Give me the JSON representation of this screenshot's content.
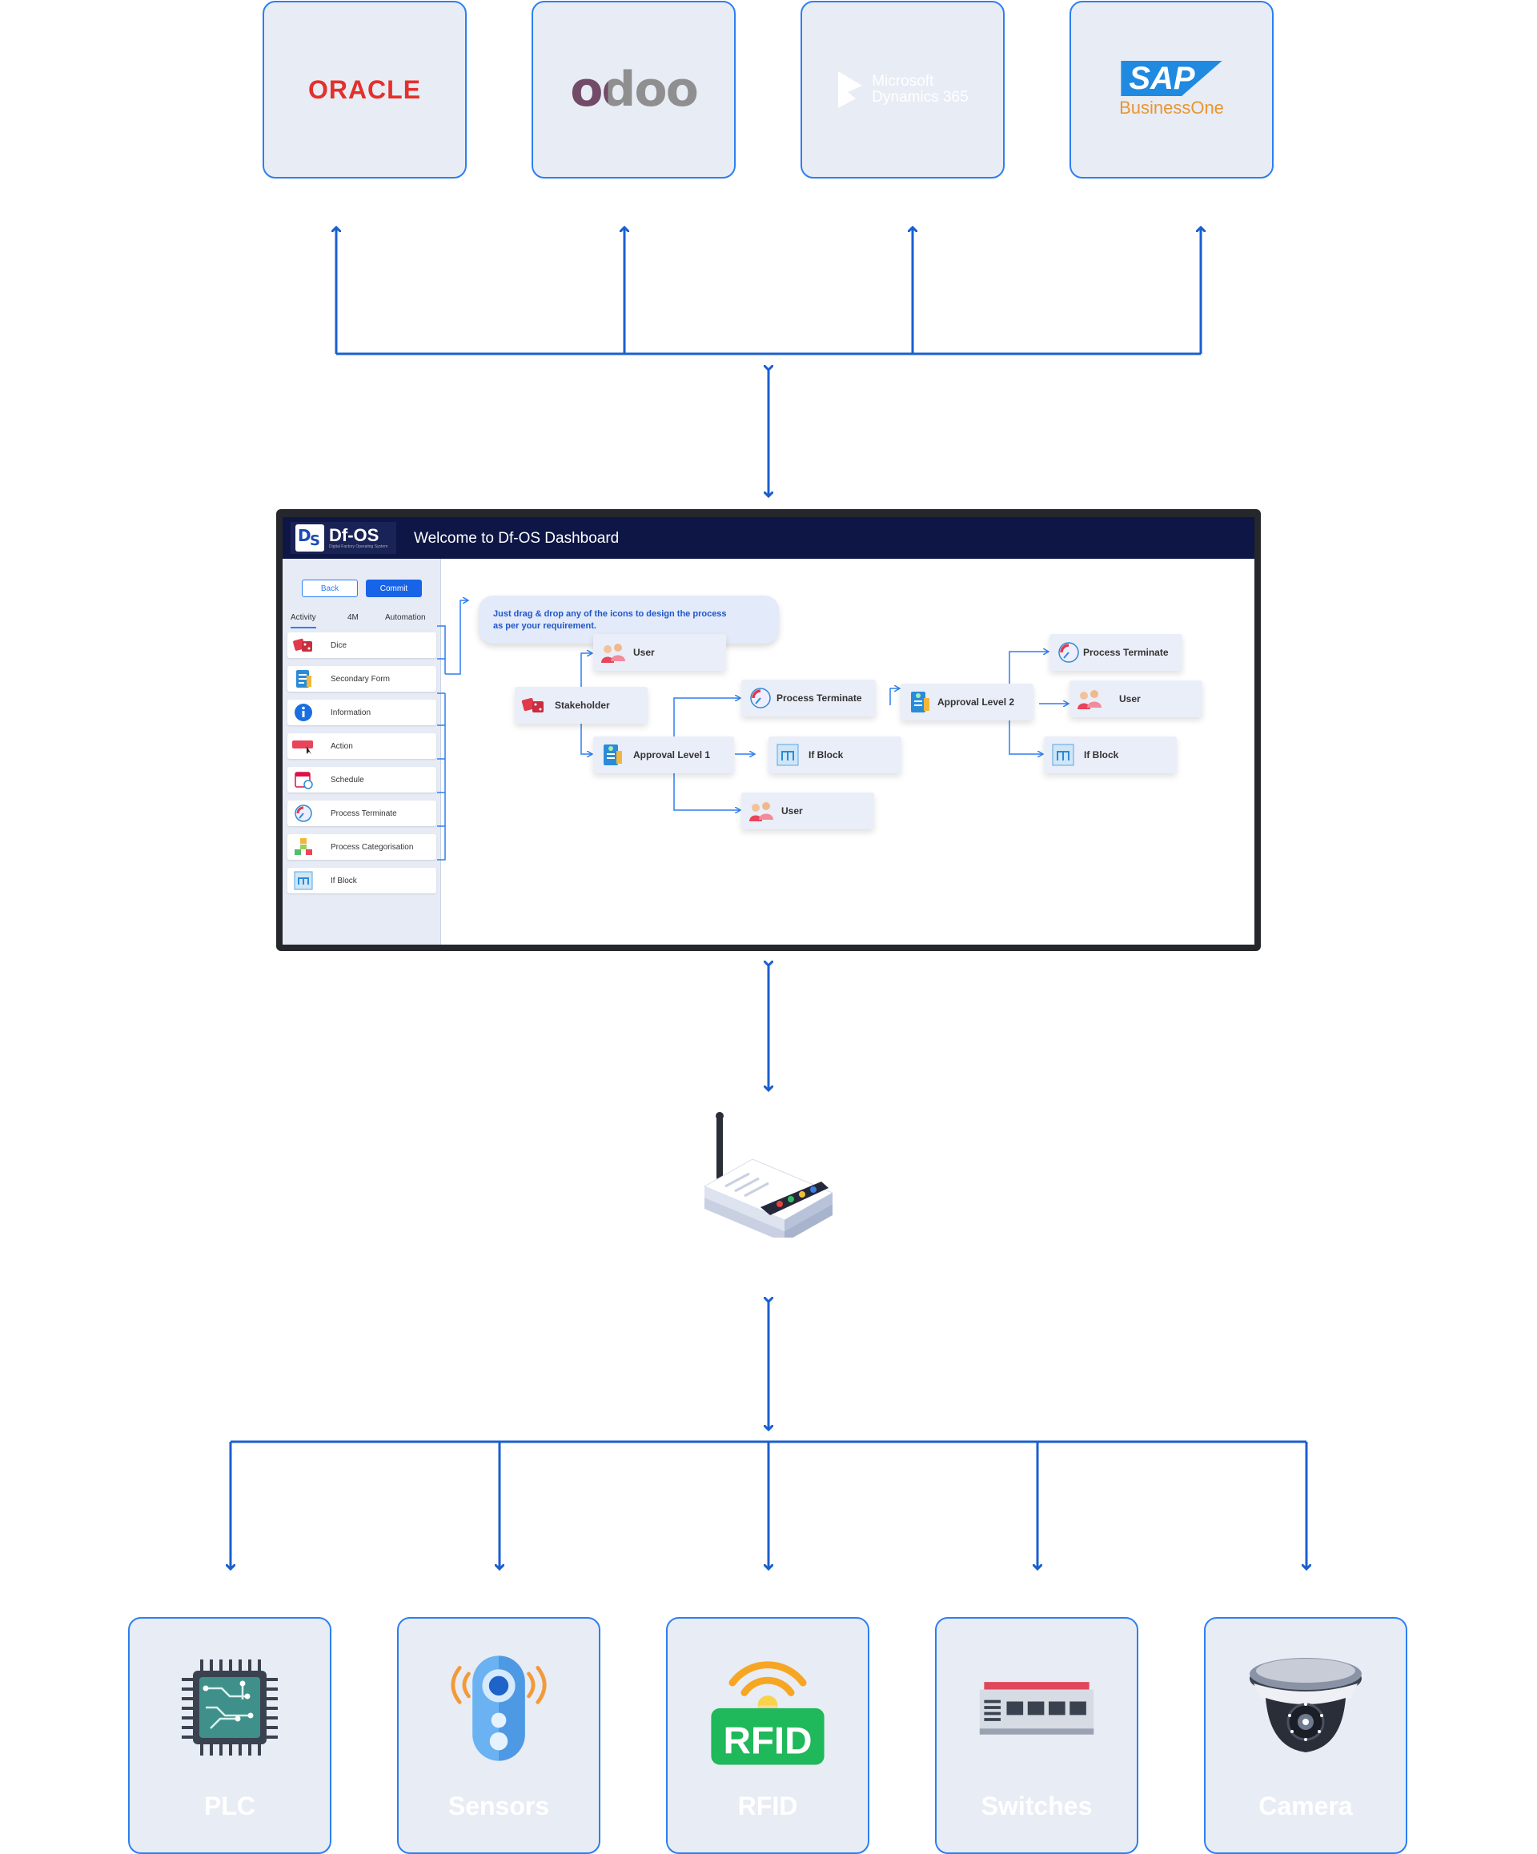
{
  "erp_systems": [
    {
      "name": "ORACLE"
    },
    {
      "name": "odoo"
    },
    {
      "name_line1": "Microsoft",
      "name_line2": "Dynamics 365"
    },
    {
      "name": "SAP",
      "subtitle": "BusinessOne"
    }
  ],
  "dashboard": {
    "brand": "Df-OS",
    "brand_subtitle": "Digital Factory Operating System",
    "welcome": "Welcome to Df-OS Dashboard",
    "back_label": "Back",
    "commit_label": "Commit",
    "tabs": [
      "Activity",
      "4M",
      "Automation"
    ],
    "side_items": [
      {
        "label": "Dice",
        "icon": "dice-icon"
      },
      {
        "label": "Secondary Form",
        "icon": "form-icon"
      },
      {
        "label": "Information",
        "icon": "info-icon"
      },
      {
        "label": "Action",
        "icon": "action-icon"
      },
      {
        "label": "Schedule",
        "icon": "calendar-icon"
      },
      {
        "label": "Process Terminate",
        "icon": "terminate-icon"
      },
      {
        "label": "Process Categorisation",
        "icon": "categorisation-icon"
      },
      {
        "label": "If Block",
        "icon": "if-block-icon"
      }
    ],
    "hint_line1": "Just drag & drop any of the icons to design the process",
    "hint_line2": "as per your requirement.",
    "flow_nodes": {
      "user_top": "User",
      "stakeholder": "Stakeholder",
      "approval_level_1": "Approval Level 1",
      "process_terminate_mid": "Process Terminate",
      "if_block_mid": "If Block",
      "user_bottom": "User",
      "approval_level_2": "Approval Level 2",
      "process_terminate_right": "Process Terminate",
      "user_right": "User",
      "if_block_right": "If Block"
    }
  },
  "gateway_icon": "router-icon",
  "devices": [
    {
      "label": "PLC",
      "icon": "chip-icon"
    },
    {
      "label": "Sensors",
      "icon": "sensor-icon"
    },
    {
      "label": "RFID",
      "icon": "rfid-icon"
    },
    {
      "label": "Switches",
      "icon": "switch-icon"
    },
    {
      "label": "Camera",
      "icon": "camera-icon"
    }
  ],
  "colors": {
    "accent": "#1764e8",
    "card_bg": "#e8ecf5",
    "header": "#0d1645"
  }
}
